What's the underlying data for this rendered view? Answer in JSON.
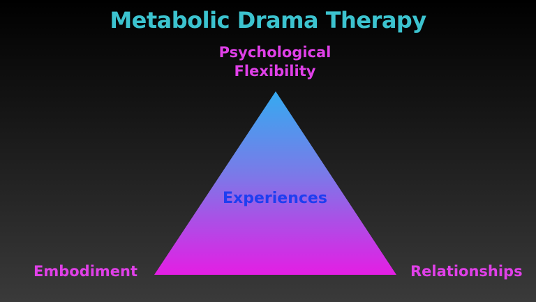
{
  "title": "Metabolic Drama Therapy",
  "apex_label": [
    "Psychological",
    "Flexibility"
  ],
  "left_label": "Embodiment",
  "right_label": "Relationships",
  "center_label": "Experiences",
  "colors": {
    "title": "#3cc3cf",
    "vertex_labels": "#e040e8",
    "center_label": "#1f3ef0",
    "triangle_top": "#35aaf0",
    "triangle_bottom": "#e41ee4"
  }
}
